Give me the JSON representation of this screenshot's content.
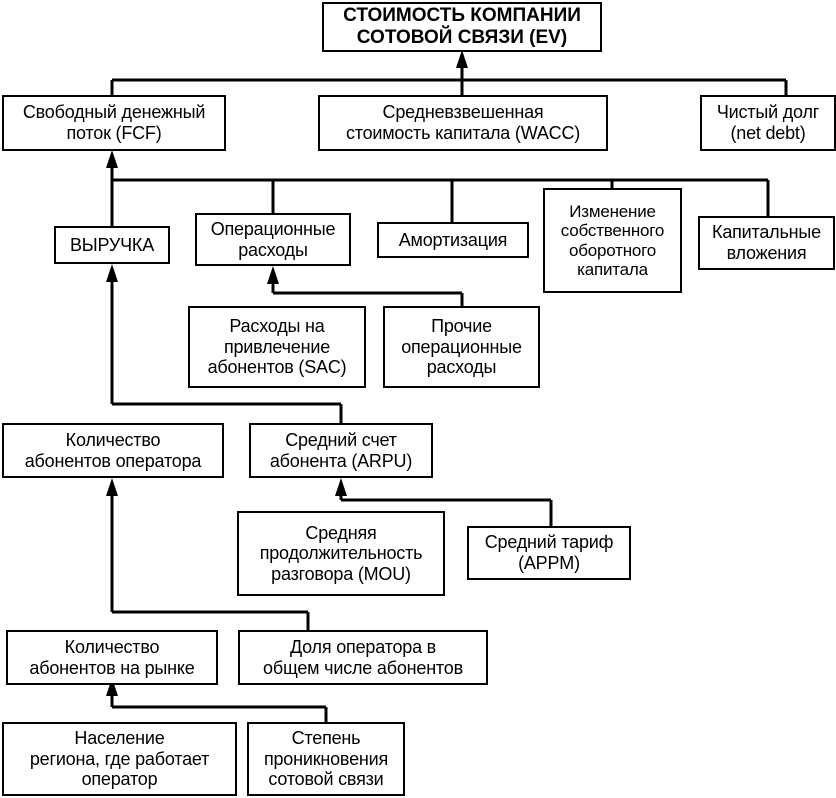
{
  "diagram": {
    "title_node": "СТОИМОСТЬ КОМПАНИИ\nСОТОВОЙ СВЯЗИ (EV)",
    "nodes": {
      "ev": "СТОИМОСТЬ КОМПАНИИ\nСОТОВОЙ СВЯЗИ (EV)",
      "fcf": "Свободный денежный\nпоток (FCF)",
      "wacc": "Средневзвешенная\nстоимость капитала (WACC)",
      "net_debt": "Чистый долг\n(net debt)",
      "revenue": "ВЫРУЧКА",
      "opex": "Операционные\nрасходы",
      "depreciation": "Амортизация",
      "wc_change": "Изменение\nсобственного\nоборотного\nкапитала",
      "capex": "Капитальные\nвложения",
      "sac": "Расходы на\nпривлечение\nабонентов (SAC)",
      "other_opex": "Прочие\nоперационные\nрасходы",
      "subscribers_operator": "Количество\nабонентов оператора",
      "arpu": "Средний счет\nабонента (ARPU)",
      "mou": "Средняя\nпродолжительность\nразговора (MOU)",
      "appm": "Средний тариф\n(APPM)",
      "subscribers_market": "Количество\nабонентов на рынке",
      "operator_share": "Доля оператора в\nобщем числе абонентов",
      "population": "Население\nрегиона, где работает\nоператор",
      "penetration": "Степень\nпроникновения\nсотовой связи"
    },
    "colors": {
      "background": "#ffffff",
      "stroke": "#000000",
      "text": "#000000"
    }
  }
}
